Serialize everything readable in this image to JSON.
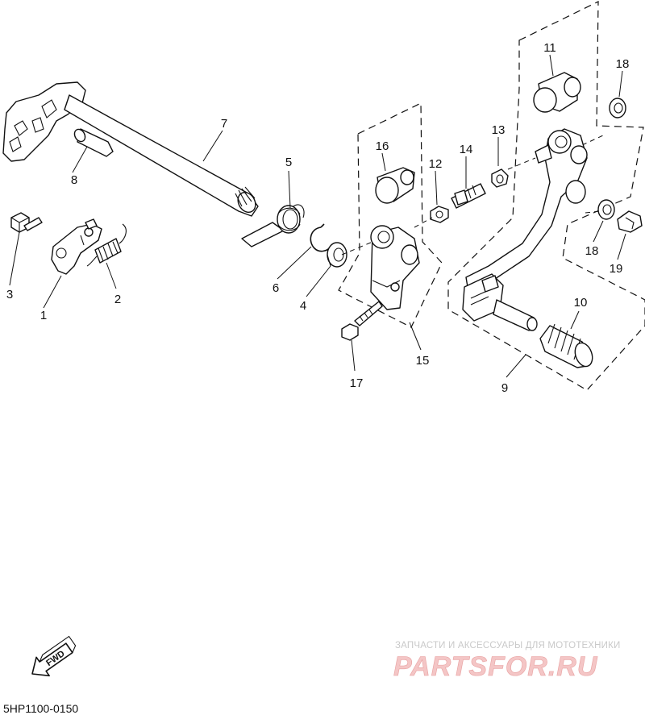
{
  "labels": [
    "1",
    "2",
    "3",
    "4",
    "5",
    "6",
    "7",
    "8",
    "9",
    "10",
    "11",
    "12",
    "13",
    "14",
    "15",
    "16",
    "17",
    "18",
    "18",
    "19"
  ],
  "arrow_text": "FWD",
  "drawing_code": "5HP1100-0150",
  "watermark": {
    "tagline": "ЗАПЧАСТИ И АКСЕССУАРЫ ДЛЯ МОТОТЕХНИКИ",
    "brand": "PARTSFOR.RU"
  }
}
